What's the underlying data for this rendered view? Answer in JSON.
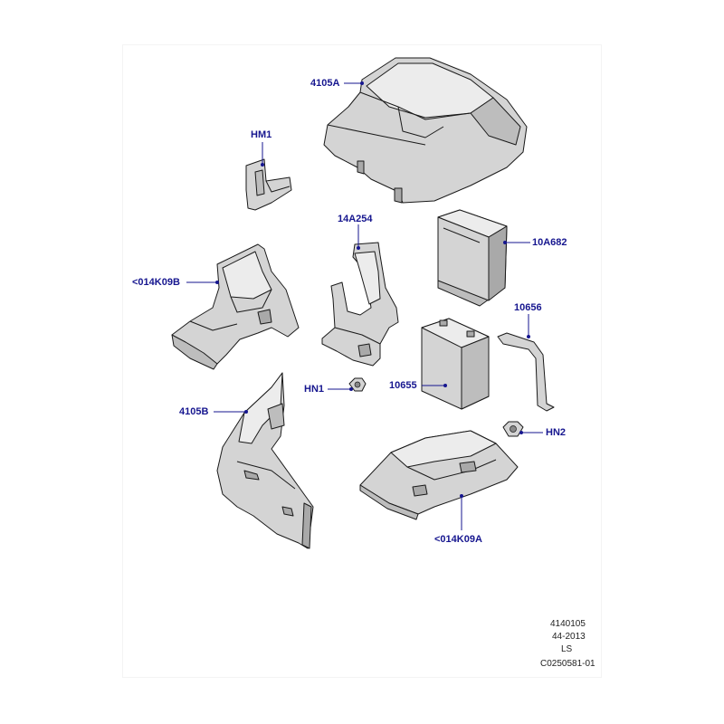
{
  "diagram": {
    "callouts": [
      {
        "id": "4105A",
        "text": "4105A"
      },
      {
        "id": "HM1",
        "text": "HM1"
      },
      {
        "id": "014K09B",
        "text": "<014K09B"
      },
      {
        "id": "14A254",
        "text": "14A254"
      },
      {
        "id": "10A682",
        "text": "10A682"
      },
      {
        "id": "10656",
        "text": "10656"
      },
      {
        "id": "HN1",
        "text": "HN1"
      },
      {
        "id": "10655",
        "text": "10655"
      },
      {
        "id": "4105B",
        "text": "4105B"
      },
      {
        "id": "HN2",
        "text": "HN2"
      },
      {
        "id": "014K09A",
        "text": "<014K09A"
      }
    ],
    "meta": {
      "code": "4140105",
      "date": "44-2013",
      "initials": "LS",
      "ref": "C0250581-01"
    }
  }
}
